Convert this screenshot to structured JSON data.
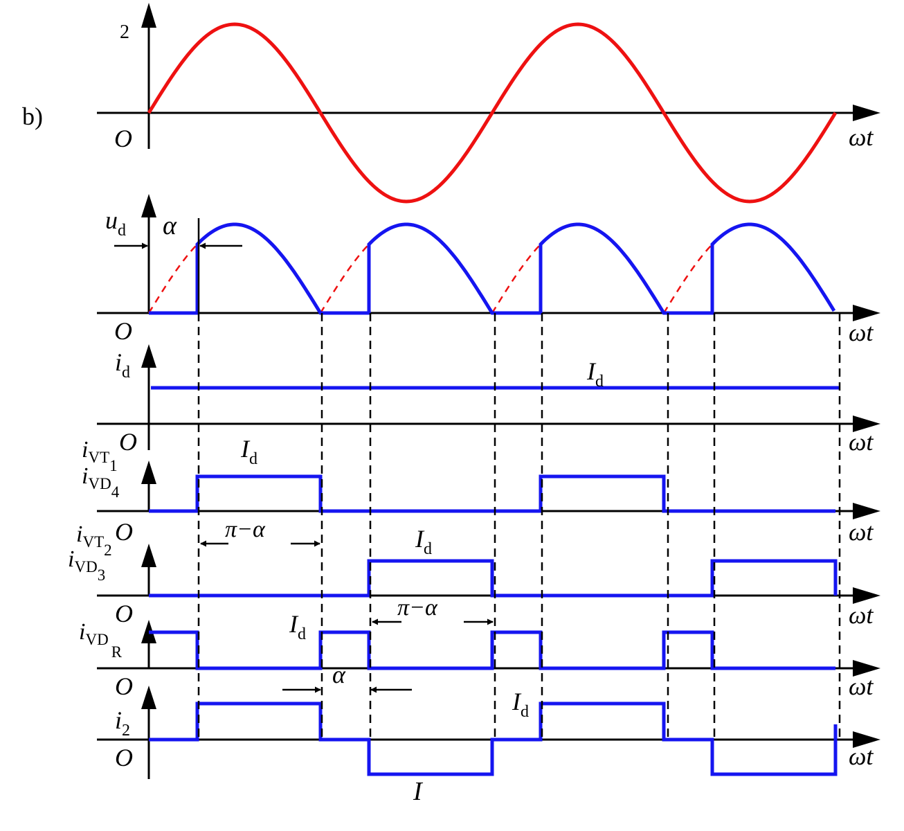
{
  "figure_label": "b)",
  "origin_label": "O",
  "axis_x_label": "ωt",
  "source_voltage": {
    "amplitude_label": "2"
  },
  "panels": {
    "ud": {
      "symbol": "u",
      "sub": "d",
      "alpha_label": "α"
    },
    "id": {
      "symbol": "i",
      "sub": "d",
      "level_symbol": "I",
      "level_sub": "d"
    },
    "ivt1": {
      "top_symbol": "i",
      "top_sub": "VT",
      "top_num": "1",
      "bottom_symbol": "i",
      "bottom_sub": "VD",
      "bottom_num": "4",
      "level_symbol": "I",
      "level_sub": "d",
      "interval_label": "π−α"
    },
    "ivt2": {
      "top_symbol": "i",
      "top_sub": "VT",
      "top_num": "2",
      "bottom_symbol": "i",
      "bottom_sub": "VD",
      "bottom_num": "3",
      "level_symbol": "I",
      "level_sub": "d",
      "interval_label": "π−α"
    },
    "ivdr": {
      "symbol": "i",
      "sub": "VD",
      "sub2": "R",
      "level_symbol": "I",
      "level_sub": "d",
      "alpha_label": "α"
    },
    "i2": {
      "symbol": "i",
      "sub": "2",
      "level_symbol": "I",
      "level_sub": "d",
      "neg_label": "I"
    }
  }
}
